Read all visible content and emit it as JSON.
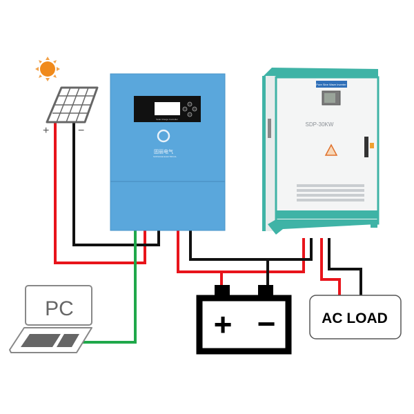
{
  "solar_panel": {
    "plus": "+",
    "minus": "−"
  },
  "controller": {
    "display_caption": "Solar Charge Controller",
    "brand": "固丽电气",
    "brand_sub": "SUNSAGE ELECTRICAL"
  },
  "inverter": {
    "top_label": "Pure Sine Wave Inverter",
    "model": "SDP-30KW"
  },
  "battery": {
    "plus": "+",
    "minus": "−"
  },
  "pc": {
    "label": "PC"
  },
  "ac_load": {
    "label": "AC LOAD"
  },
  "colors": {
    "positive_wire": "#e8141b",
    "negative_wire": "#111111",
    "comm_wire": "#1fa84a",
    "controller_body": "#5aa7dc",
    "inverter_frame": "#3fb3a6",
    "sun": "#f08a1c"
  }
}
